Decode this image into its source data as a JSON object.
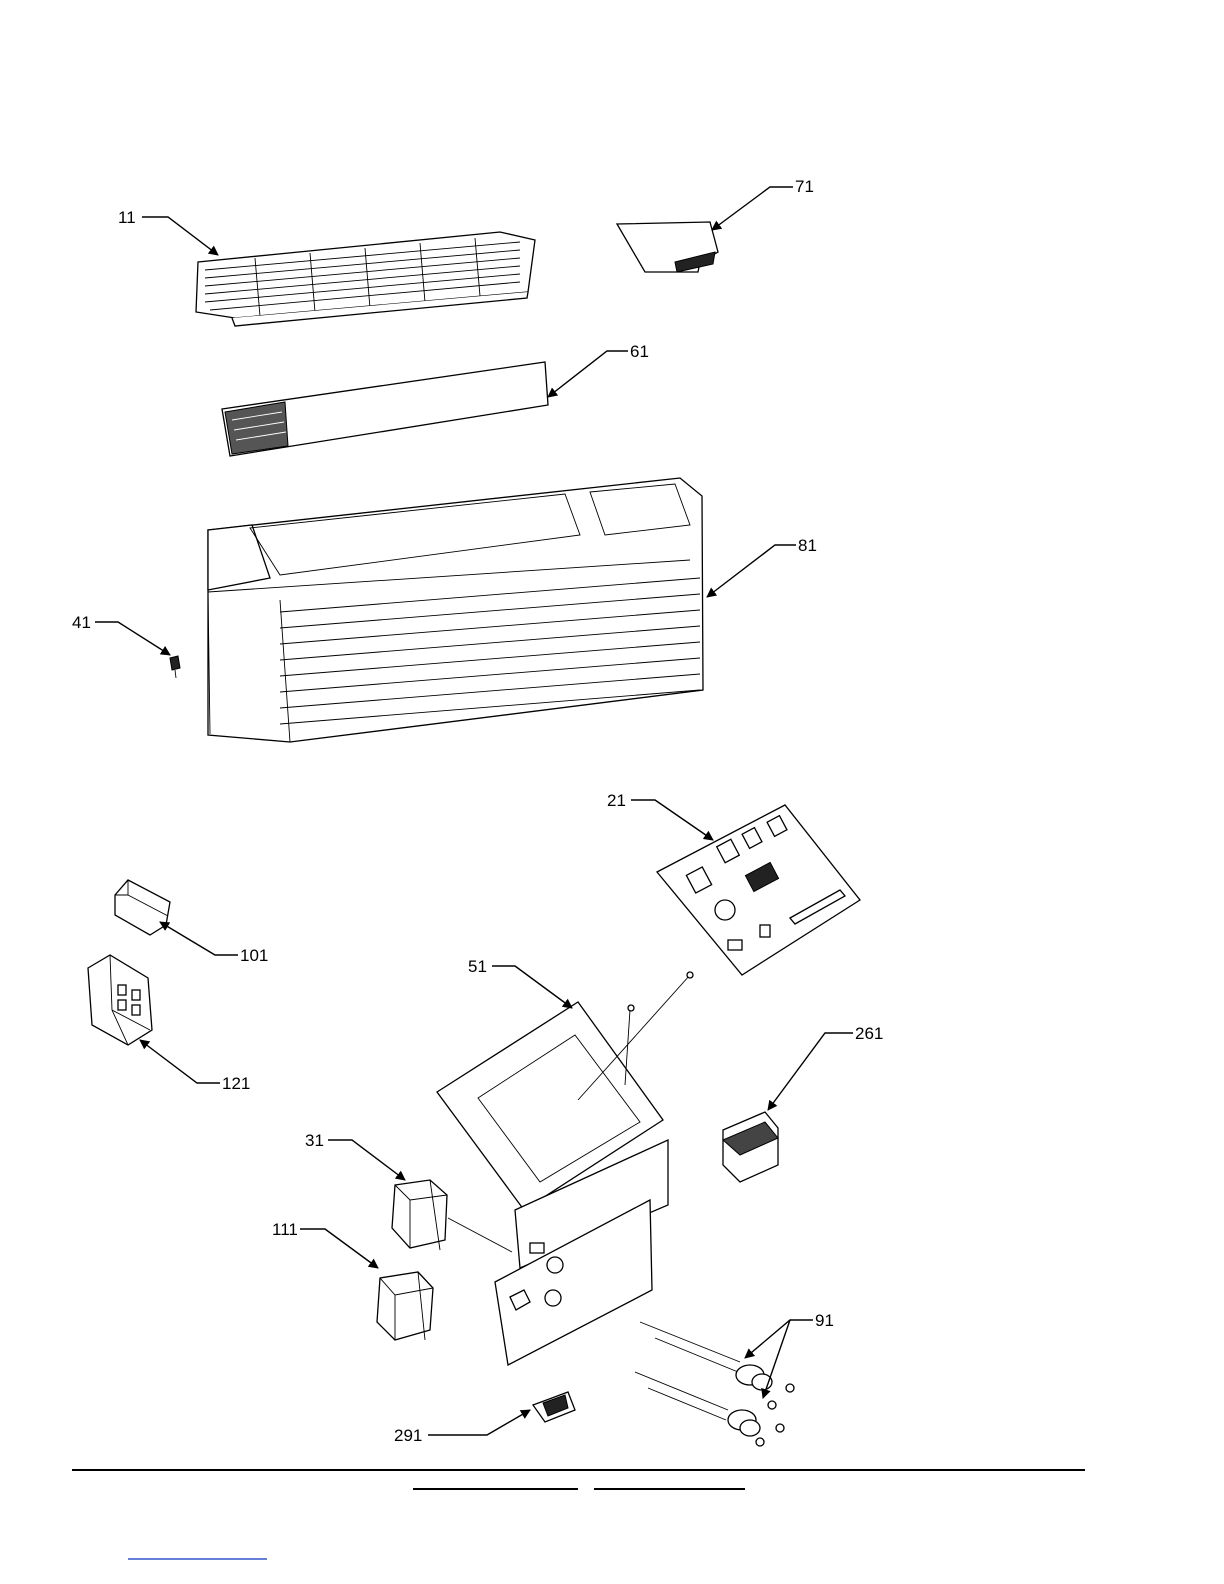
{
  "parts": [
    {
      "id": "grille",
      "callout": "11"
    },
    {
      "id": "door",
      "callout": "71"
    },
    {
      "id": "filter",
      "callout": "61"
    },
    {
      "id": "front-cabinet",
      "callout": "81"
    },
    {
      "id": "clip",
      "callout": "41"
    },
    {
      "id": "control-board",
      "callout": "21"
    },
    {
      "id": "relay",
      "callout": "101"
    },
    {
      "id": "contactor",
      "callout": "121"
    },
    {
      "id": "control-box",
      "callout": "51"
    },
    {
      "id": "capacitor",
      "callout": "261"
    },
    {
      "id": "transformer-upper",
      "callout": "31"
    },
    {
      "id": "transformer-lower",
      "callout": "111"
    },
    {
      "id": "knobs",
      "callout": "91"
    },
    {
      "id": "rocker-switch",
      "callout": "291"
    }
  ],
  "colors": {
    "line": "#000000",
    "link_rule": "#3355cc"
  }
}
